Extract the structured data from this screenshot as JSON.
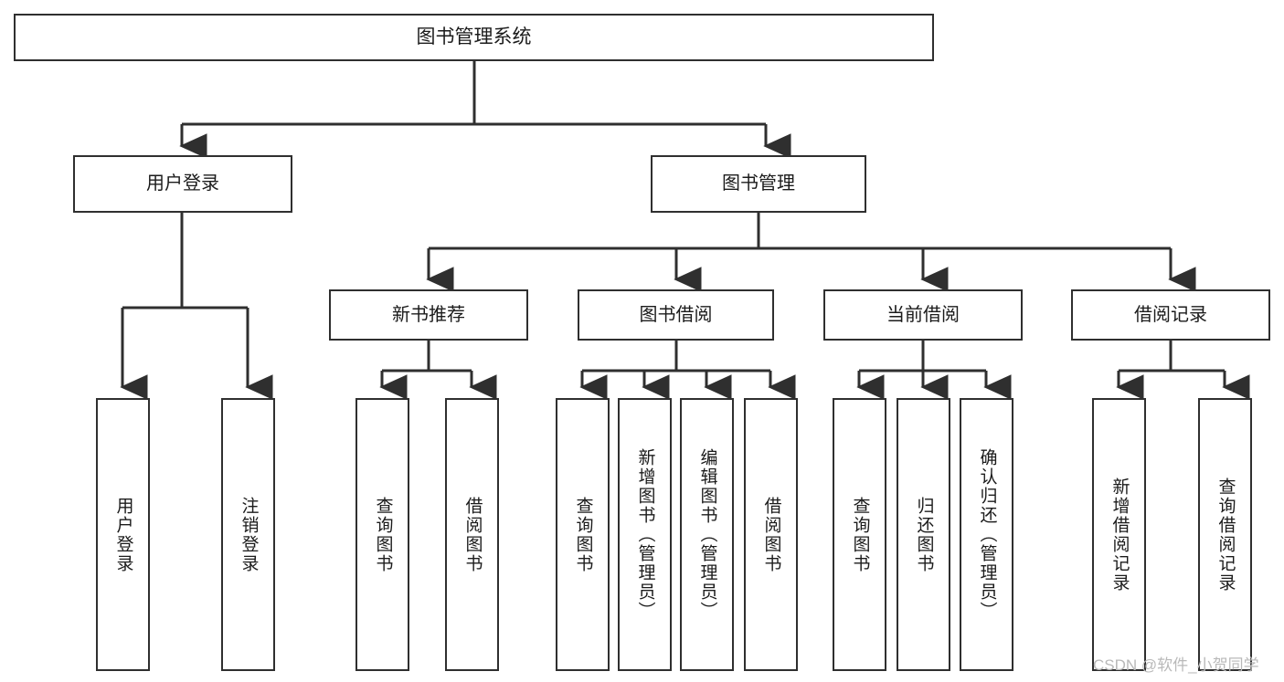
{
  "diagram": {
    "type": "tree",
    "title": "图书管理系统",
    "root": {
      "label": "图书管理系统"
    },
    "level1": [
      {
        "label": "用户登录"
      },
      {
        "label": "图书管理"
      }
    ],
    "level2": [
      {
        "label": "新书推荐"
      },
      {
        "label": "图书借阅"
      },
      {
        "label": "当前借阅"
      },
      {
        "label": "借阅记录"
      }
    ],
    "leaves": {
      "user_login": [
        {
          "label": "用户登录"
        },
        {
          "label": "注销登录"
        }
      ],
      "new_book_recommend": [
        {
          "label": "查询图书"
        },
        {
          "label": "借阅图书"
        }
      ],
      "book_borrow": [
        {
          "label": "查询图书"
        },
        {
          "label": "新增图书（管理员）"
        },
        {
          "label": "编辑图书（管理员）"
        },
        {
          "label": "借阅图书"
        }
      ],
      "current_borrow": [
        {
          "label": "查询图书"
        },
        {
          "label": "归还图书"
        },
        {
          "label": "确认归还（管理员）"
        }
      ],
      "borrow_record": [
        {
          "label": "新增借阅记录"
        },
        {
          "label": "查询借阅记录"
        }
      ]
    }
  },
  "watermark": {
    "text": "CSDN @软件_小贺同学"
  },
  "colors": {
    "line": "#2f2f2f",
    "box_fill": "#ffffff",
    "text": "#1b1b1b",
    "watermark": "#b9b9b9"
  }
}
